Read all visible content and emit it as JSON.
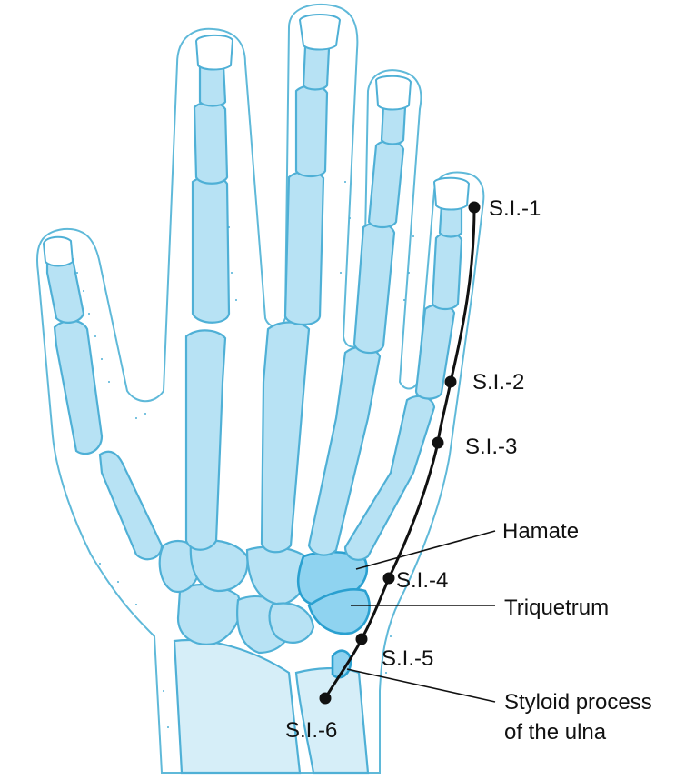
{
  "acupoints": [
    {
      "id": "si1",
      "label": "S.I.-1"
    },
    {
      "id": "si2",
      "label": "S.I.-2"
    },
    {
      "id": "si3",
      "label": "S.I.-3"
    },
    {
      "id": "si4",
      "label": "S.I.-4"
    },
    {
      "id": "si5",
      "label": "S.I.-5"
    },
    {
      "id": "si6",
      "label": "S.I.-6"
    }
  ],
  "structures": {
    "hamate": "Hamate",
    "triquetrum": "Triquetrum",
    "styloid_line1": "Styloid process",
    "styloid_line2": "of the ulna"
  },
  "colors": {
    "bone": "#b7e2f4",
    "bone_highlight": "#8fd3f0",
    "outline": "#4fb0d6",
    "meridian": "#111111"
  }
}
